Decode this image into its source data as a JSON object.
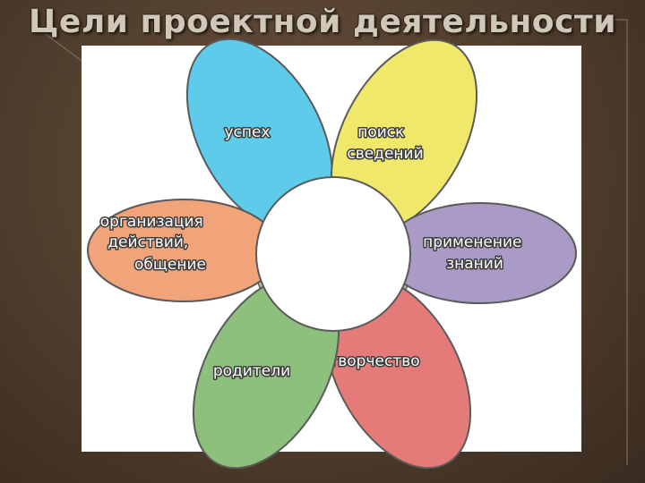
{
  "title": "Цели проектной деятельности",
  "petals": {
    "uspekh": {
      "lines": [
        "успех"
      ],
      "color": "#5ecbea"
    },
    "poisk": {
      "lines": [
        "поиск",
        "сведений"
      ],
      "color": "#f0e86a"
    },
    "primenenie": {
      "lines": [
        "применение",
        "знаний"
      ],
      "color": "#a99bc6"
    },
    "tvorchestvo": {
      "lines": [
        "творчество"
      ],
      "color": "#e47b78"
    },
    "roditeli": {
      "lines": [
        "родители"
      ],
      "color": "#8cc07c"
    },
    "organizatsiya": {
      "lines": [
        "организация",
        "действий,",
        "общение"
      ],
      "color": "#f1a37a"
    }
  },
  "colors": {
    "background": "#54402f",
    "panel": "#ffffff",
    "center": "#ffffff",
    "gap_fill": "#b3c59a",
    "outline": "#5a5a5a"
  }
}
